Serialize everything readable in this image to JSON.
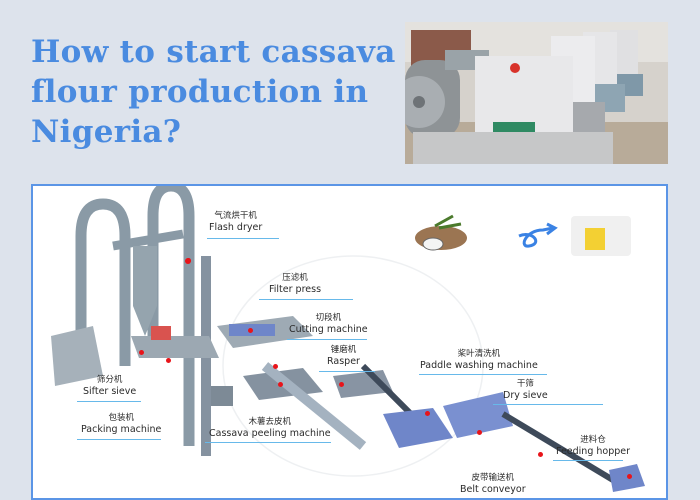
{
  "title": {
    "lines": [
      "How to start cassava",
      "flour production in",
      "Nigeria?"
    ]
  },
  "photo": {
    "alt": "Hammer mill machines in a workshop"
  },
  "diagram": {
    "name": "Cassava flour production line",
    "flow_icon": {
      "from": "cassava-roots",
      "arrow": "curly-arrow",
      "to": "flour-bags"
    },
    "labels": [
      {
        "id": "flash-dryer",
        "zh": "气流烘干机",
        "en": "Flash dryer"
      },
      {
        "id": "filter-press",
        "zh": "压滤机",
        "en": "Filter press"
      },
      {
        "id": "cutting-machine",
        "zh": "切段机",
        "en": "Cutting machine"
      },
      {
        "id": "rasper",
        "zh": "锤磨机",
        "en": "Rasper"
      },
      {
        "id": "sifter-sieve",
        "zh": "筛分机",
        "en": "Sifter sieve"
      },
      {
        "id": "packing-machine",
        "zh": "包装机",
        "en": "Packing machine"
      },
      {
        "id": "cassava-peeling-machine",
        "zh": "木薯去皮机",
        "en": "Cassava peeling machine"
      },
      {
        "id": "paddle-washing-machine",
        "zh": "桨叶清洗机",
        "en": "Paddle washing machine"
      },
      {
        "id": "dry-sieve",
        "zh": "干筛",
        "en": "Dry sieve"
      },
      {
        "id": "feeding-hopper",
        "zh": "进料仓",
        "en": "Feeding hopper"
      },
      {
        "id": "belt-conveyor",
        "zh": "皮带输送机",
        "en": "Belt conveyor"
      }
    ]
  },
  "colors": {
    "background": "#dde3ec",
    "title": "#4a8be0",
    "frame_border": "#5b95e6",
    "leader_line": "#67b9ea",
    "marker": "#e8141a",
    "machine_gray": "#8a9aa6",
    "machine_blue": "#6f86c9"
  }
}
